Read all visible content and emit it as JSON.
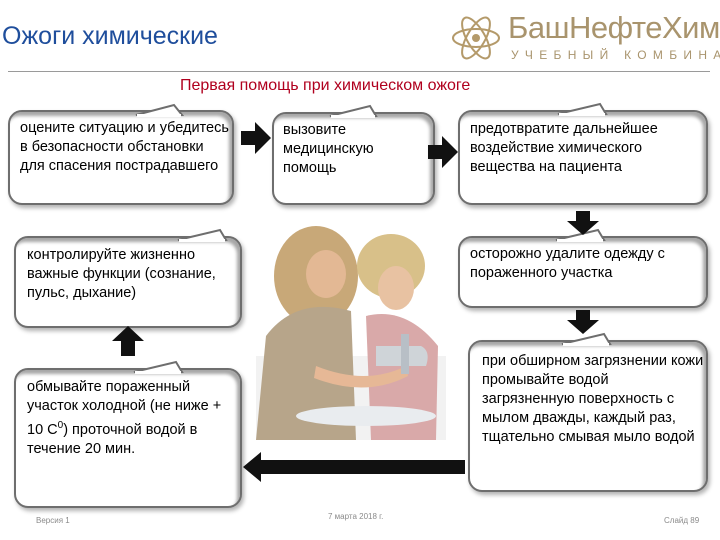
{
  "header": {
    "title": "Ожоги химические",
    "logo_name": "БашНефтеХим",
    "logo_sub": "УЧЕБНЫЙ КОМБИНАТ"
  },
  "subtitle": "Первая помощь при химическом ожоге",
  "steps": {
    "assess": "оцените ситуацию и убедитесь в безопасности обстановки для спасения пострадавшего",
    "call": "вызовите медицинскую помощь",
    "prevent": "предотвратите дальнейшее воздействие химического вещества на пациента",
    "remove_clothes": "осторожно удалите одежду с пораженного участка",
    "wash_soap": "при обширном загрязнении кожи промывайте водой загрязненную поверхность с мылом дважды, каждый раз, тщательно смывая мыло водой",
    "rinse_pre": "обмывайте пораженный участок холодной (не ниже + 10 С",
    "rinse_sup": "0",
    "rinse_post": ") проточной водой в течение 20 мин.",
    "monitor": "контролируйте жизненно важные функции (сознание, пульс, дыхание)"
  },
  "footer": {
    "version": "Версия 1",
    "date": "7 марта 2018 г.",
    "slide": "Слайд 89"
  }
}
